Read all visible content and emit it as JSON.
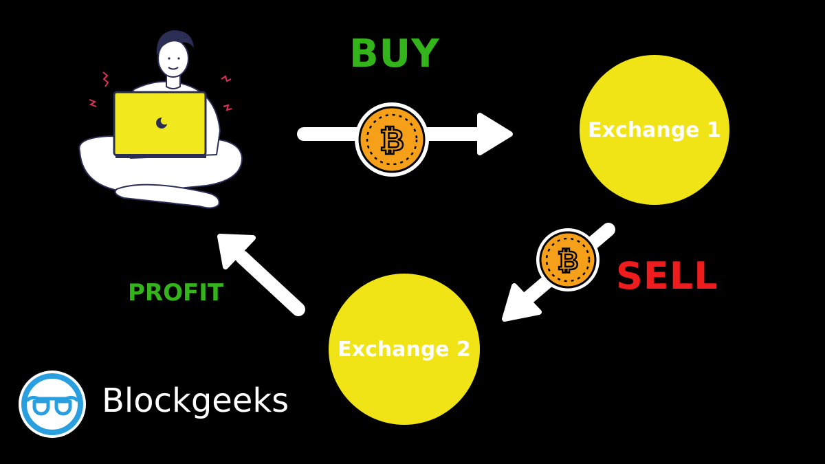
{
  "colors": {
    "background": "#000000",
    "buy": "#33b41a",
    "sell": "#ee1c1c",
    "profit": "#33b41a",
    "exchange": "#f0e417",
    "coin": "#f6a01a",
    "laptop": "#f1e81e",
    "logo": "#2a9fe0"
  },
  "labels": {
    "buy": "BUY",
    "sell": "SELL",
    "profit": "PROFIT"
  },
  "exchanges": [
    {
      "label": "Exchange 1"
    },
    {
      "label": "Exchange 2"
    }
  ],
  "brand": {
    "name": "Blockgeeks",
    "icon": "glasses-logo-icon"
  },
  "icons": {
    "trader": "person-with-laptop-illustration",
    "coin": "bitcoin-coin-icon",
    "arrow": "arrow-icon"
  }
}
